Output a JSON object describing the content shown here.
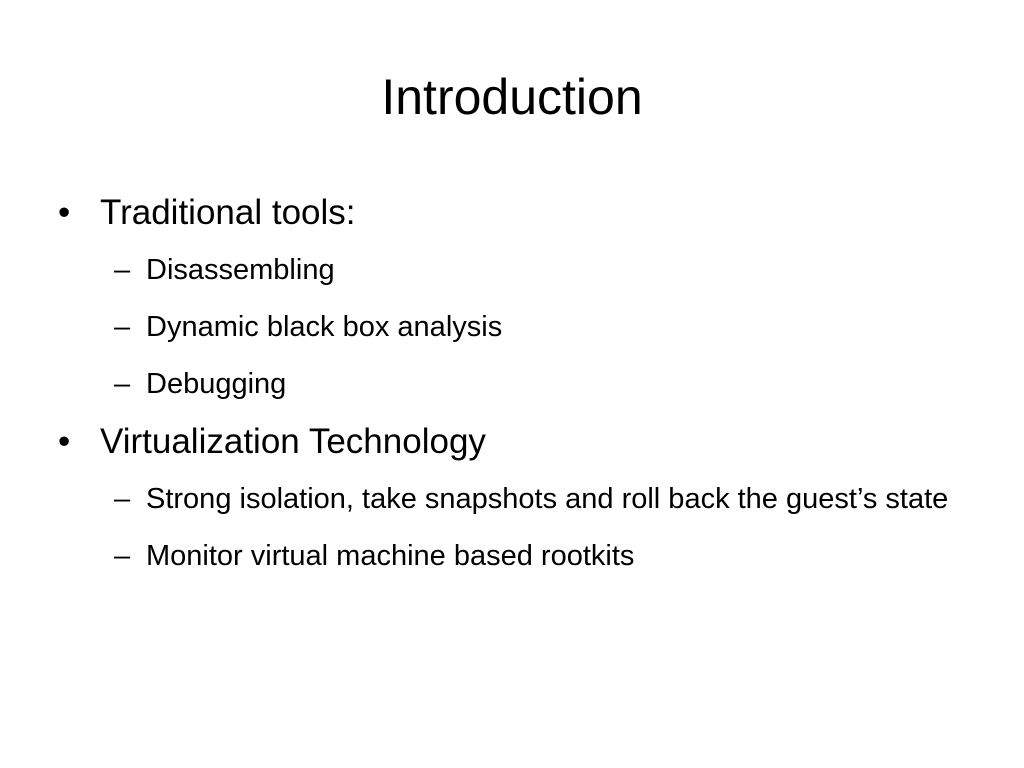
{
  "slide": {
    "title": "Introduction",
    "bullet_symbol": "•",
    "dash_symbol": "–",
    "items": [
      {
        "text": "Traditional tools:",
        "subitems": [
          "Disassembling",
          "Dynamic black box analysis",
          "Debugging"
        ]
      },
      {
        "text": "Virtualization Technology",
        "subitems": [
          "Strong isolation, take snapshots and roll back the guest’s state",
          "Monitor virtual machine based rootkits"
        ]
      }
    ]
  }
}
